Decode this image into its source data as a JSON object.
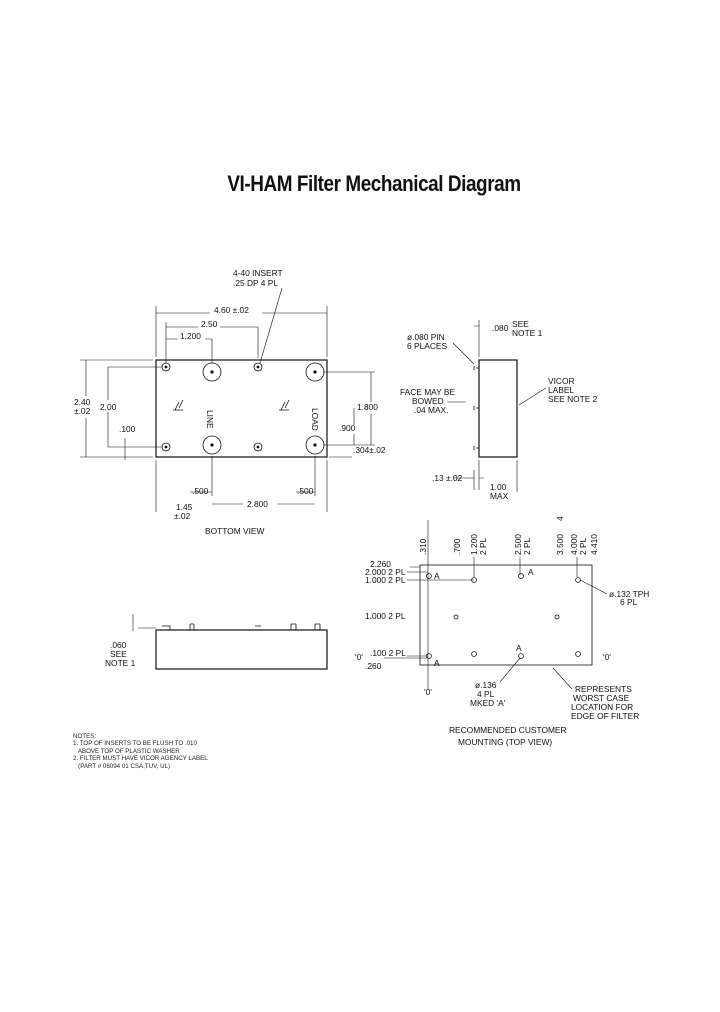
{
  "title": "VI-HAM Filter Mechanical Diagram",
  "bottom_view": {
    "insert_label_1": "4-40 INSERT",
    "insert_label_2": ".25 DP 4 PL",
    "width": "4.60 ±.02",
    "dim_250": "2.50",
    "dim_1200": "1.200",
    "height": "2.40",
    "height_tol": "±.02",
    "dim_200": "2.00",
    "dim_100": ".100",
    "dim_1800": "1.800",
    "dim_900": ".900",
    "dim_304": ".304±.02",
    "dim_145": "1.45",
    "dim_145_tol": "±.02",
    "dim_500_left": ".500",
    "dim_2800": "2.800",
    "dim_500_right": ".500",
    "line_label": "LINE",
    "load_label": "LOAD",
    "caption": "BOTTOM VIEW"
  },
  "side_view": {
    "pin_label_1": "ø.080 PIN",
    "pin_label_2": "6 PLACES",
    "dim_080": ".080",
    "see_label_1": "SEE",
    "see_label_2": "NOTE 1",
    "face_label_1": "FACE MAY BE",
    "face_label_2": "BOWED",
    "face_label_3": ".04 MAX.",
    "vicor_label_1": "VICOR",
    "vicor_label_2": "LABEL",
    "vicor_label_3": "SEE NOTE 2",
    "dim_13": ".13 ±.02",
    "dim_100_max_1": "1.00",
    "dim_100_max_2": "MAX"
  },
  "front_view": {
    "dim_060": ".060",
    "see_1": "SEE",
    "see_2": "NOTE 1"
  },
  "mounting": {
    "top_dims": [
      {
        "a": ".310",
        "b": ""
      },
      {
        "a": ".700",
        "b": ""
      },
      {
        "a": "1.200",
        "b": "2 PL"
      },
      {
        "a": "2.500",
        "b": "2 PL"
      },
      {
        "a": "3.500",
        "b": "4"
      },
      {
        "a": "4.000",
        "b": "2 PL"
      },
      {
        "a": "4.410",
        "b": ""
      }
    ],
    "dim_2260": "2.260",
    "dim_2000": "2.000 2 PL",
    "dim_1000a": "1.000 2 PL",
    "dim_1000b": "1.000 2 PL",
    "dim_100": ".100 2 PL",
    "dim_260": ".260",
    "zero_left": "'0'",
    "zero_right": "'0'",
    "zero_bottom": "'0'",
    "marker_a": "A",
    "tph_1": "ø.132 TPH",
    "tph_2": "6 PL",
    "hole_1": "ø.136",
    "hole_2": "4 PL",
    "hole_3": "MKED 'A'",
    "rep_1": "REPRESENTS",
    "rep_2": "WORST CASE",
    "rep_3": "LOCATION FOR",
    "rep_4": "EDGE OF FILTER",
    "caption_1": "RECOMMENDED CUSTOMER",
    "caption_2": "MOUNTING (TOP VIEW)"
  },
  "notes": {
    "heading": "NOTES:",
    "n1a": "1. TOP OF INSERTS TO BE FLUSH TO .010",
    "n1b": "   ABOVE TOP OF PLASTIC WASHER",
    "n2a": "2. FILTER MUST HAVE VICOR AGENCY LABEL",
    "n2b": "   (PART # 06094 01 CSA,TUV, UL)"
  }
}
